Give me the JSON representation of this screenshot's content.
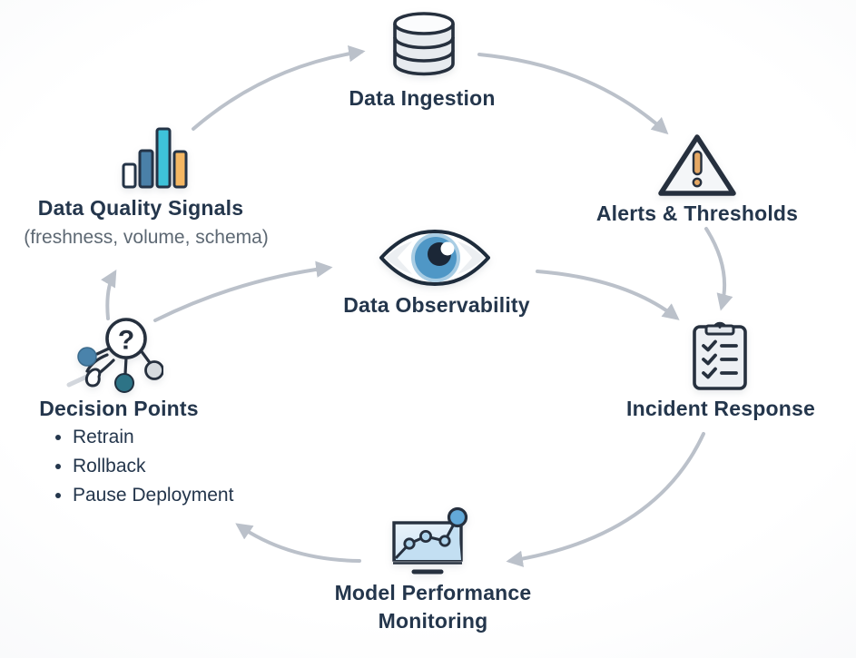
{
  "nodes": {
    "ingestion": {
      "label": "Data Ingestion",
      "icon": "database-icon"
    },
    "quality": {
      "label": "Data Quality Signals",
      "subtitle": "(freshness, volume, schema)",
      "icon": "bar-chart-icon"
    },
    "alerts": {
      "label": "Alerts & Thresholds",
      "icon": "warning-triangle-icon"
    },
    "observability": {
      "label": "Data Observability",
      "icon": "eye-icon"
    },
    "incident": {
      "label": "Incident Response",
      "icon": "clipboard-checklist-icon"
    },
    "model": {
      "label": "Model Performance Monitoring",
      "line1": "Model Performance",
      "line2": "Monitoring",
      "icon": "monitor-chart-icon"
    },
    "decision": {
      "label": "Decision Points",
      "icon": "decision-tree-icon",
      "bullets": [
        "Retrain",
        "Rollback",
        "Pause Deployment"
      ],
      "question_mark": "?"
    }
  },
  "edges": [
    {
      "from": "quality",
      "to": "ingestion"
    },
    {
      "from": "ingestion",
      "to": "alerts"
    },
    {
      "from": "alerts",
      "to": "incident"
    },
    {
      "from": "observability",
      "to": "incident"
    },
    {
      "from": "incident",
      "to": "model"
    },
    {
      "from": "model",
      "to": "decision"
    },
    {
      "from": "decision",
      "to": "quality"
    },
    {
      "from": "decision",
      "to": "observability"
    }
  ],
  "colors": {
    "background": "#fafbfc",
    "label_navy": "#24364c",
    "subtitle_gray": "#5d6873",
    "arrow_gray": "#b8bec8",
    "icon_outline": "#26303e",
    "bar_white": "#ffffff",
    "bar_steel_blue": "#4a80a8",
    "bar_teal": "#3ec2d9",
    "bar_amber": "#f4b763",
    "alert_orange": "#e5a864",
    "iris_blue": "#4f97c6",
    "node_dark_teal": "#2d7386",
    "node_light_gray": "#d6dbdf",
    "screen_blue": "#c3dff2"
  }
}
